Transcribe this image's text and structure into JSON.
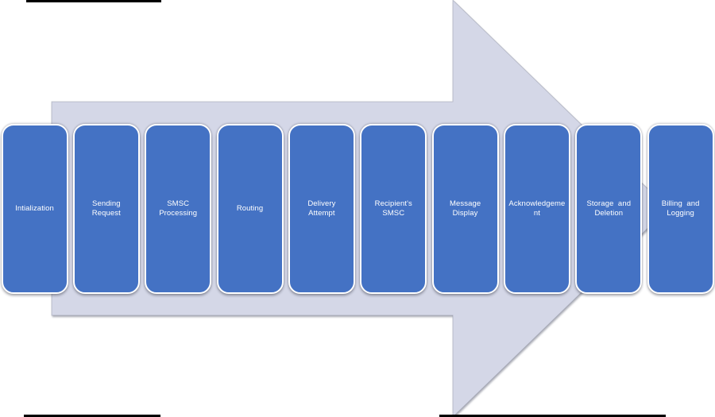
{
  "colors": {
    "box_fill": "#4472C4",
    "arrow_fill": "#D4D7E7",
    "box_border": "#FFFFFF",
    "label_text": "#FFFFFF",
    "artifact_line": "#000000",
    "page_background": "#FFFFFF"
  },
  "steps": [
    {
      "label": "Intialization"
    },
    {
      "label": "Sending  Request"
    },
    {
      "label": "SMSC\nProcessing"
    },
    {
      "label": "Routing"
    },
    {
      "label": "Delivery\nAttempt"
    },
    {
      "label": "Recipient's\nSMSC"
    },
    {
      "label": "Message Display"
    },
    {
      "label": "Acknowledgeme\nnt"
    },
    {
      "label": "Storage  and\nDeletion"
    },
    {
      "label": "Billing  and\nLogging"
    }
  ]
}
